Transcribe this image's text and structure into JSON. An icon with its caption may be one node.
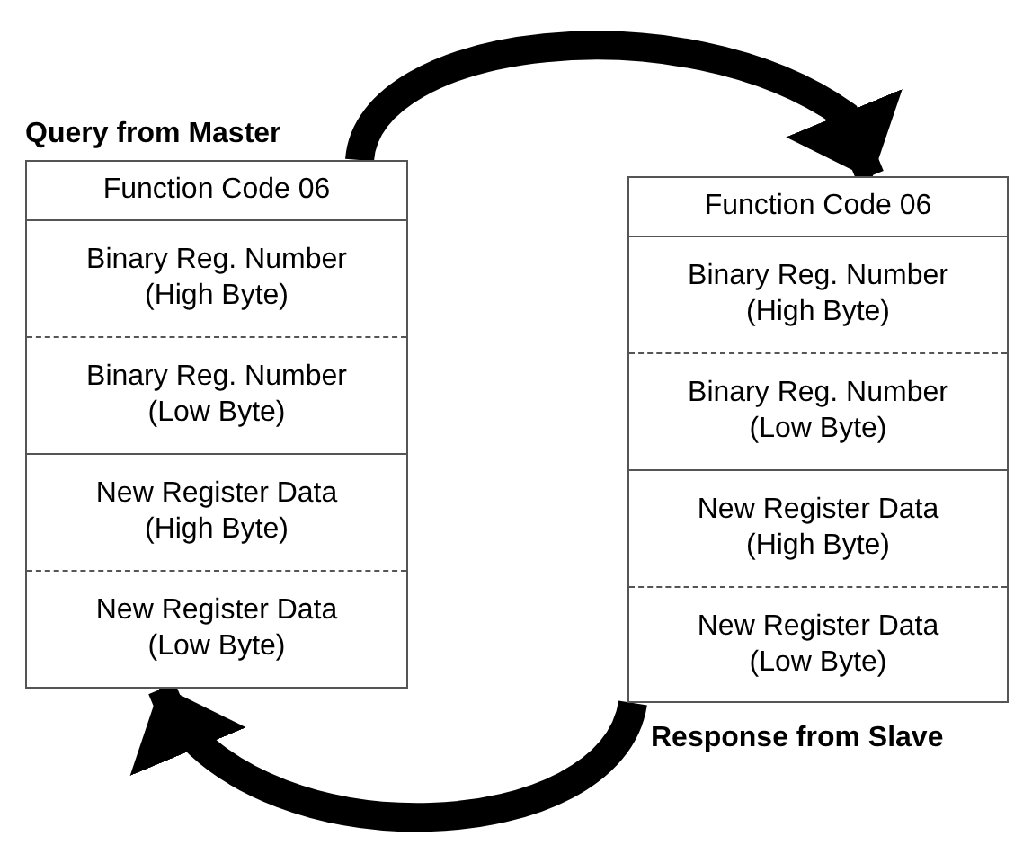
{
  "diagram": {
    "nodes": [
      {
        "text": [
          "Query from Master"
        ]
      },
      {
        "text": [
          "Function Code 06"
        ],
        "in": 0
      },
      {
        "text": [
          "Binary Reg. Number (High Byte)"
        ],
        "in": 0
      },
      {
        "text": [
          "Binary Reg. Number (Low Byte)"
        ],
        "in": 0
      },
      {
        "text": [
          "New Register Data (High Byte)"
        ],
        "in": 0
      },
      {
        "text": [
          "New Register Data (Low Byte)"
        ],
        "in": 0
      },
      {
        "text": [
          "Response from Slave"
        ]
      },
      {
        "text": [
          "Function Code 06"
        ],
        "in": 6
      },
      {
        "text": [
          "Binary Reg. Number (High Byte)"
        ],
        "in": 6
      },
      {
        "text": [
          "Binary Reg. Number (Low Byte)"
        ],
        "in": 6
      },
      {
        "text": [
          "New Register Data (High Byte)"
        ],
        "in": 6
      },
      {
        "text": [
          "New Register Data (Low Byte)"
        ],
        "in": 6
      }
    ],
    "edges": [
      {
        "from": 0,
        "to": 6,
        "arrow": "to"
      },
      {
        "from": 6,
        "to": 0,
        "arrow": "to"
      }
    ]
  }
}
